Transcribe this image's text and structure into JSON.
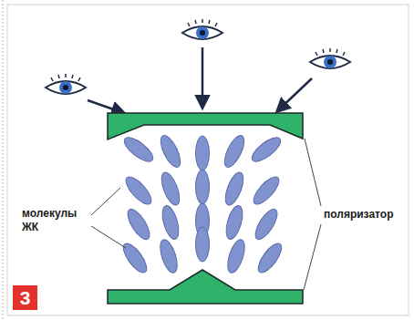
{
  "diagram": {
    "nodes": [
      {
        "text": [
          "3"
        ]
      }
    ],
    "labels": [
      "молекулы ЖК",
      "поляризатор"
    ]
  }
}
